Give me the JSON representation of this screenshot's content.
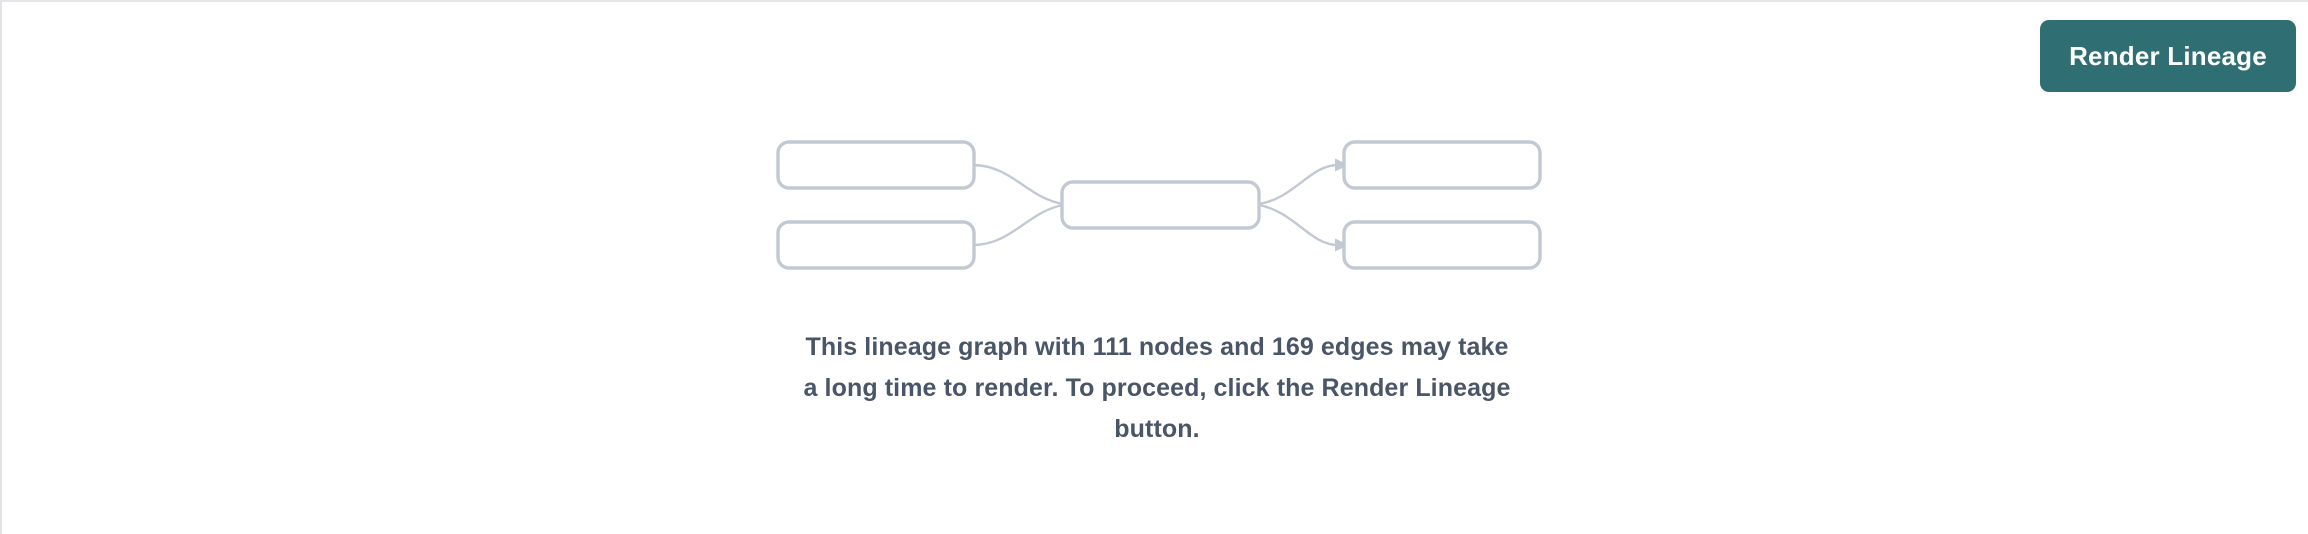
{
  "theme": {
    "background": "#ffffff",
    "accent": "#2f6f73",
    "node_border": "#c3c9d3",
    "edge_color": "#c3c9d3",
    "message_text": "#4a5568",
    "panel_border": "#e4e6ea"
  },
  "toolbar": {
    "render_lineage_label": "Render Lineage"
  },
  "lineage_preview": {
    "node_count_displayed": 5,
    "nodes": [
      {
        "id": "node-upstream-1",
        "label": "",
        "column": "left",
        "row": "top"
      },
      {
        "id": "node-upstream-2",
        "label": "",
        "column": "left",
        "row": "bottom"
      },
      {
        "id": "node-center",
        "label": "",
        "column": "center",
        "row": "middle"
      },
      {
        "id": "node-downstream-1",
        "label": "",
        "column": "right",
        "row": "top"
      },
      {
        "id": "node-downstream-2",
        "label": "",
        "column": "right",
        "row": "bottom"
      }
    ],
    "edges": [
      {
        "from": "node-upstream-1",
        "to": "node-center"
      },
      {
        "from": "node-upstream-2",
        "to": "node-center"
      },
      {
        "from": "node-center",
        "to": "node-downstream-1"
      },
      {
        "from": "node-center",
        "to": "node-downstream-2"
      }
    ]
  },
  "message": {
    "node_count": "111",
    "edge_count": "169",
    "line1": "This lineage graph with 111 nodes and 169 edges may take",
    "line2": "a long time to render. To proceed, click the Render Lineage",
    "line3": "button.",
    "full_text": "This lineage graph with 111 nodes and 169 edges may take a long time to render. To proceed, click the Render Lineage button."
  }
}
